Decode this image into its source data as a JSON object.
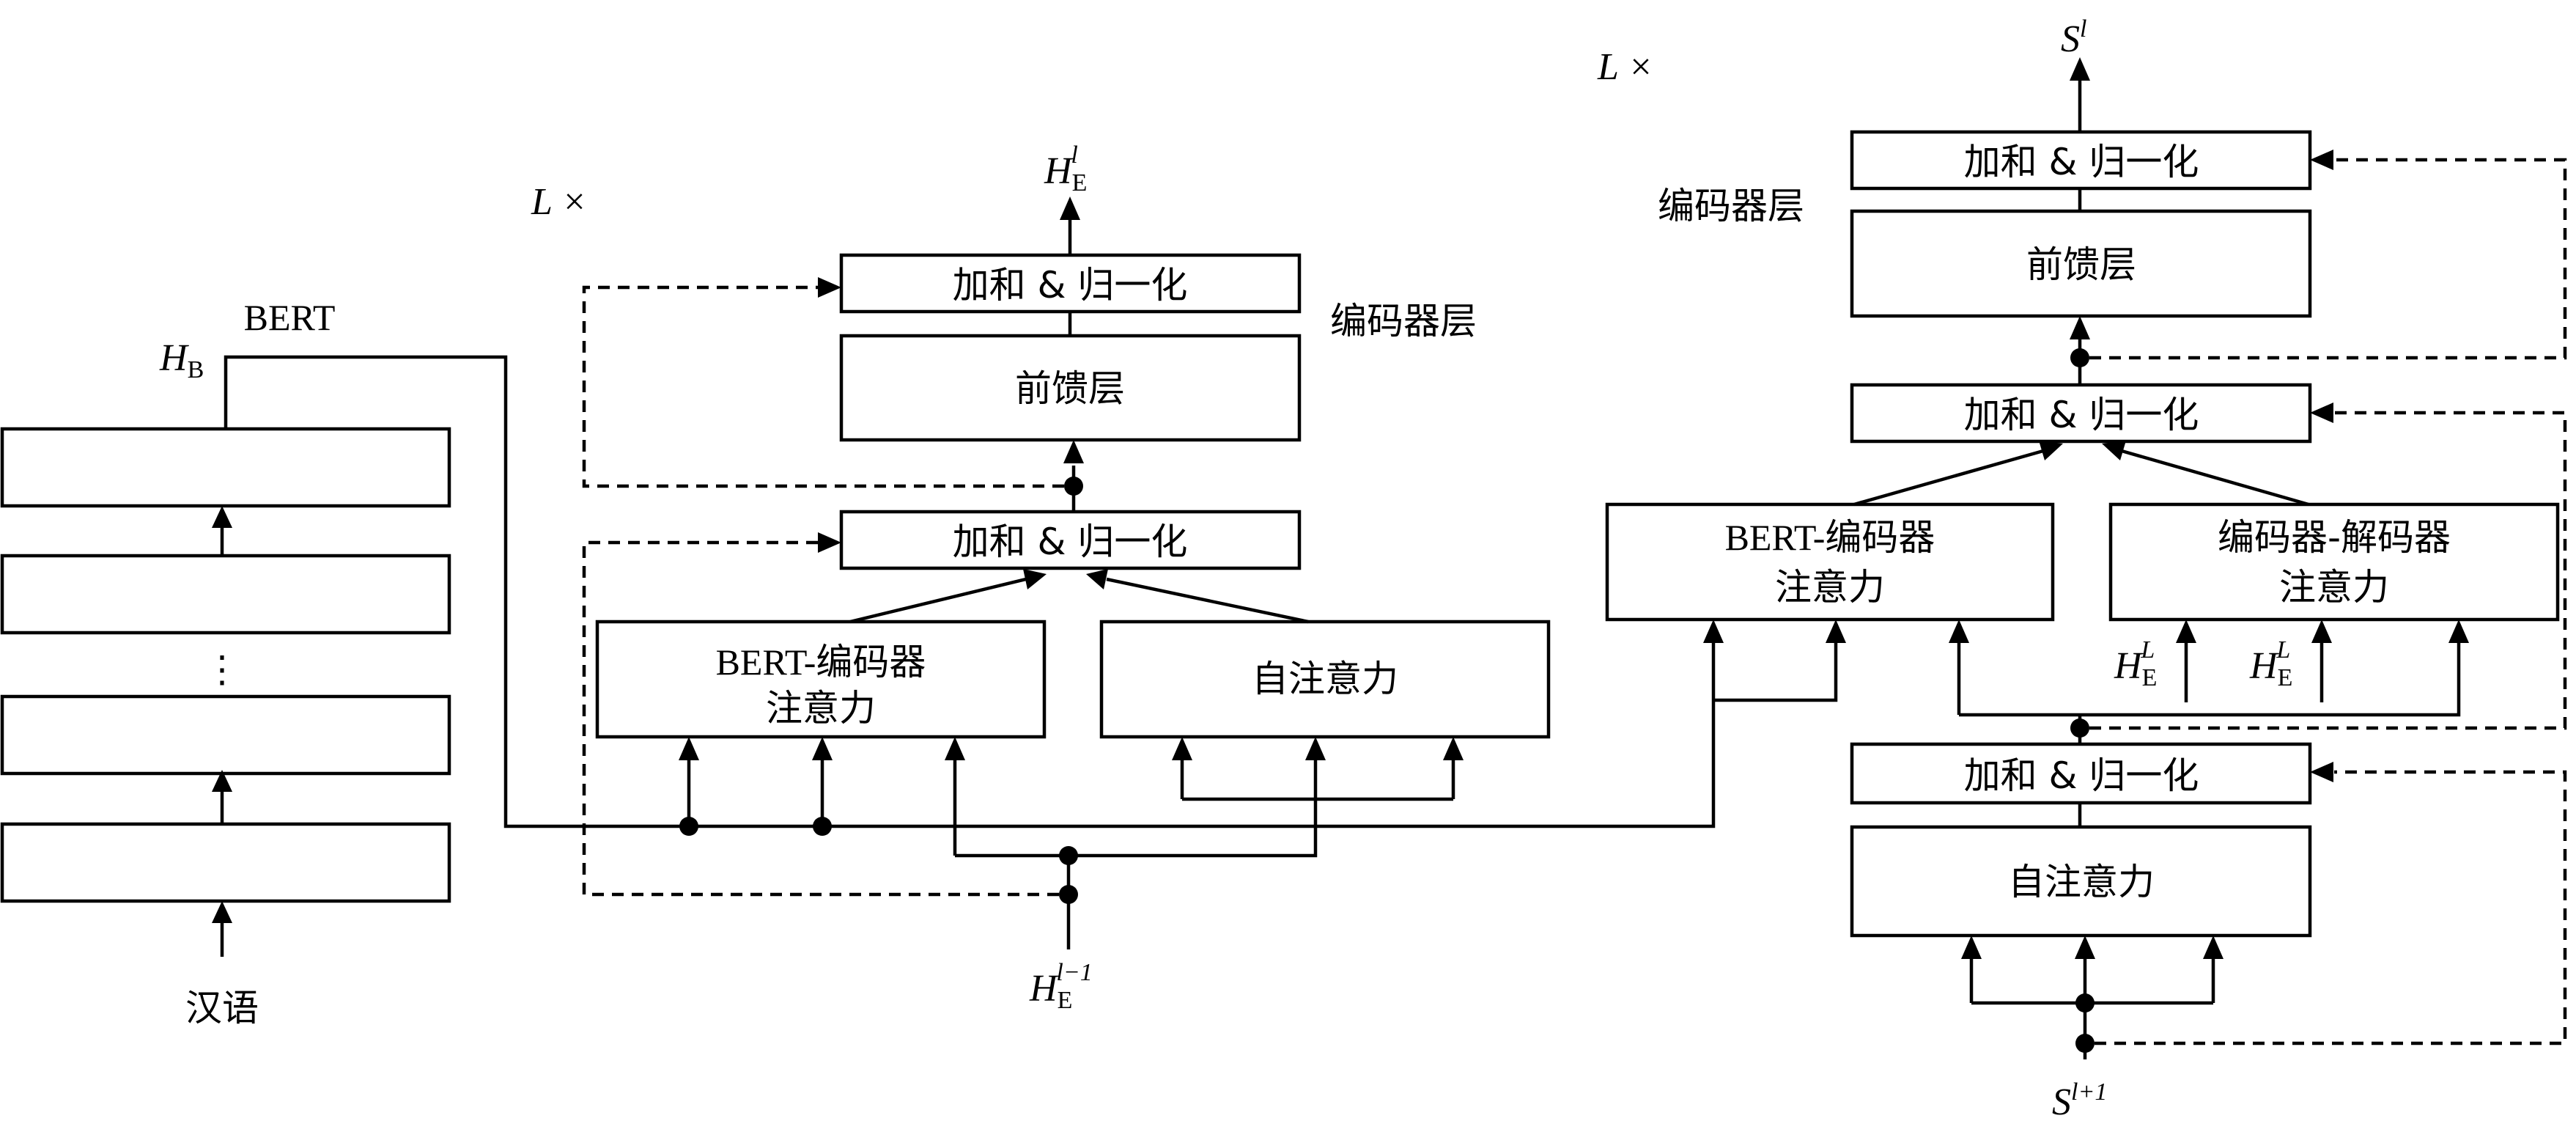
{
  "labels": {
    "add_norm": "加和 & 归一化",
    "feed_forward": "前馈层",
    "self_attention": "自注意力",
    "bert_enc_attn_1": "BERT-编码器",
    "bert_enc_attn_2": "注意力",
    "enc_dec_attn_1": "编码器-解码器",
    "enc_dec_attn_2": "注意力",
    "encoder_layer": "编码器层",
    "bert": "BERT",
    "chinese_input": "汉语",
    "repeat_L": "L ×",
    "vdots": "⋮"
  },
  "symbols": {
    "H": "H",
    "S": "S",
    "sub_B": "B",
    "sub_E": "E",
    "sup_l": "l",
    "sup_l_minus_1": "l−1",
    "sup_L": "L",
    "sup_l_plus_1": "l+1"
  }
}
